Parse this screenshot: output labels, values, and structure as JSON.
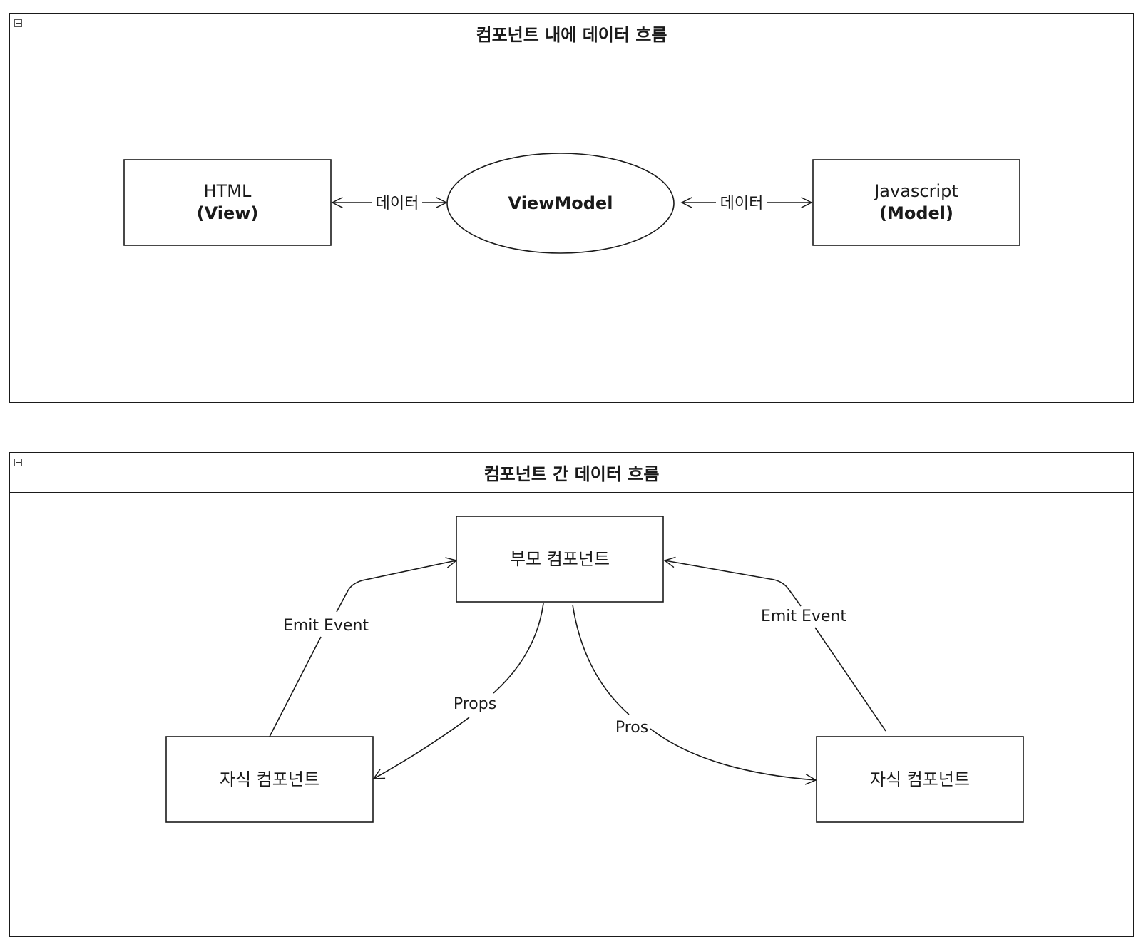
{
  "containers": {
    "top": {
      "title": "컴포넌트 내에 데이터 흐름"
    },
    "bottom": {
      "title": "컴포넌트 간 데이터 흐름"
    }
  },
  "nodes": {
    "html_view": {
      "line1": "HTML",
      "line2": "(View)"
    },
    "viewmodel": {
      "label": "ViewModel"
    },
    "js_model": {
      "line1": "Javascript",
      "line2": "(Model)"
    },
    "parent": {
      "label": "부모 컴포넌트"
    },
    "child_left": {
      "label": "자식 컴포넌트"
    },
    "child_right": {
      "label": "자식 컴포넌트"
    }
  },
  "edges": {
    "view_vm": {
      "label": "데이터"
    },
    "vm_model": {
      "label": "데이터"
    },
    "emit_left": {
      "label": "Emit Event"
    },
    "emit_right": {
      "label": "Emit Event"
    },
    "props_left": {
      "label": "Props"
    },
    "props_right": {
      "label": "Pros"
    }
  },
  "colors": {
    "stroke": "#1a1a1a",
    "background": "#ffffff"
  }
}
